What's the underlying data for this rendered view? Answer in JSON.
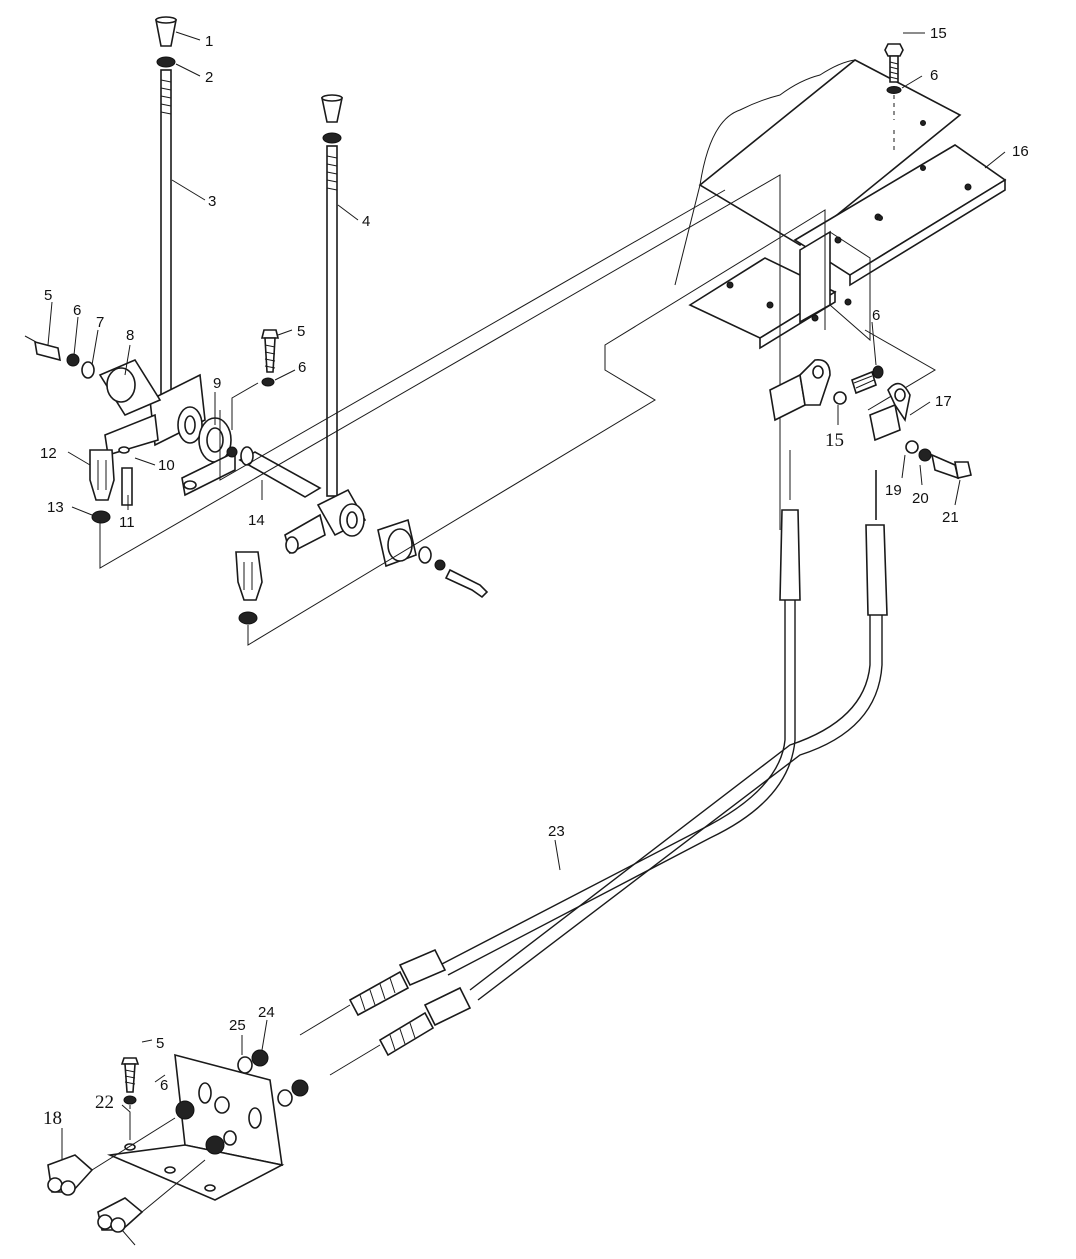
{
  "labels": [
    {
      "id": "1",
      "text": "1"
    },
    {
      "id": "2",
      "text": "2"
    },
    {
      "id": "3",
      "text": "3"
    },
    {
      "id": "4",
      "text": "4"
    },
    {
      "id": "5a",
      "text": "5"
    },
    {
      "id": "6a",
      "text": "6"
    },
    {
      "id": "7",
      "text": "7"
    },
    {
      "id": "8",
      "text": "8"
    },
    {
      "id": "5b",
      "text": "5"
    },
    {
      "id": "6b",
      "text": "6"
    },
    {
      "id": "9",
      "text": "9"
    },
    {
      "id": "12",
      "text": "12"
    },
    {
      "id": "10",
      "text": "10"
    },
    {
      "id": "13",
      "text": "13"
    },
    {
      "id": "11",
      "text": "11"
    },
    {
      "id": "14",
      "text": "14"
    },
    {
      "id": "15a",
      "text": "15"
    },
    {
      "id": "6c",
      "text": "6"
    },
    {
      "id": "16",
      "text": "16"
    },
    {
      "id": "6d",
      "text": "6"
    },
    {
      "id": "17",
      "text": "17"
    },
    {
      "id": "15b",
      "text": "15"
    },
    {
      "id": "19",
      "text": "19"
    },
    {
      "id": "20",
      "text": "20"
    },
    {
      "id": "21",
      "text": "21"
    },
    {
      "id": "23",
      "text": "23"
    },
    {
      "id": "5c",
      "text": "5"
    },
    {
      "id": "25",
      "text": "25"
    },
    {
      "id": "24",
      "text": "24"
    },
    {
      "id": "6e",
      "text": "6"
    },
    {
      "id": "22",
      "text": "22"
    },
    {
      "id": "18",
      "text": "18"
    }
  ]
}
